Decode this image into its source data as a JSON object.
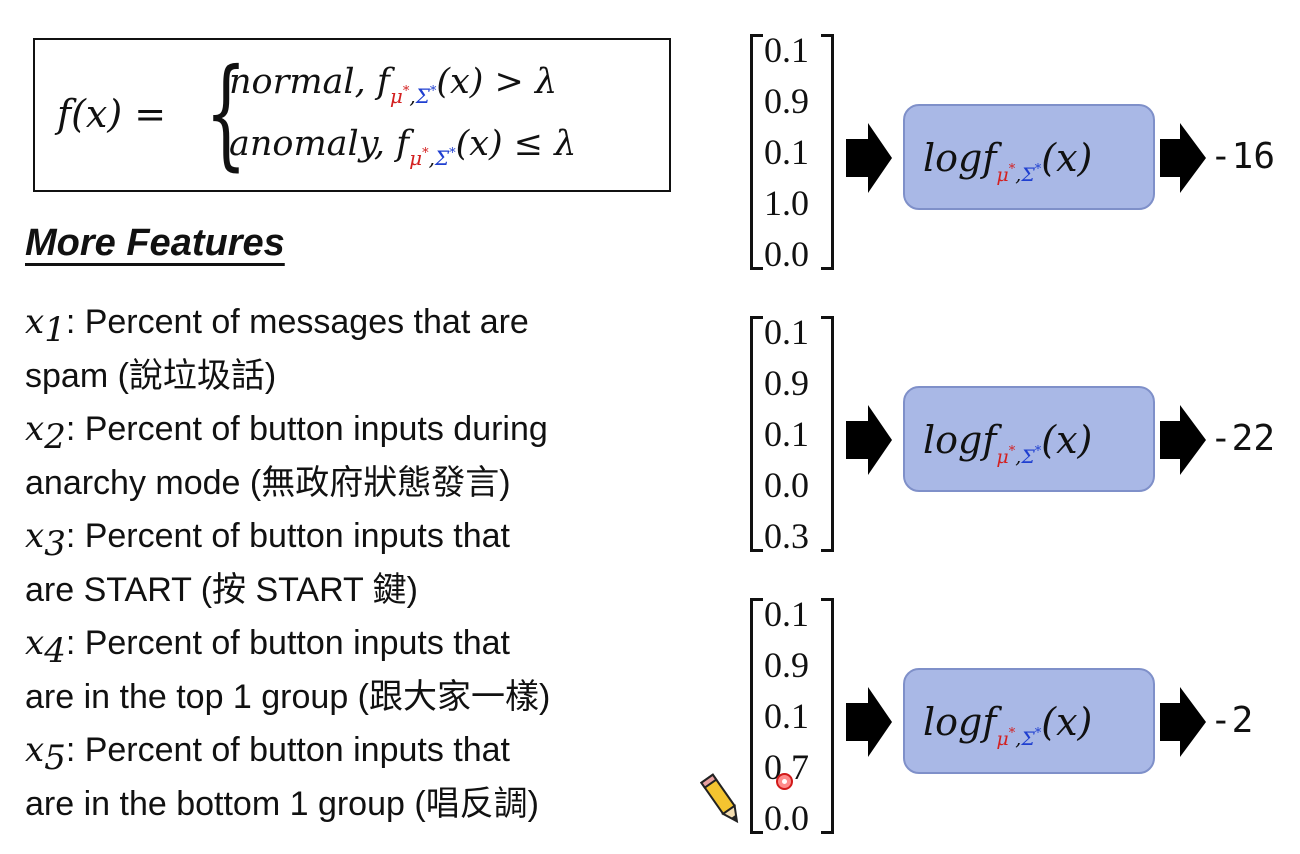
{
  "formula": {
    "lhs": "f(x) =",
    "case1_label": "normal,",
    "case1_func": "f",
    "case1_tail": "(x) > λ",
    "case2_label": "anomaly,",
    "case2_func": "f",
    "case2_tail": "(x) ≤ λ",
    "mu": "μ",
    "sigma": "Σ",
    "star": "*",
    "comma": ","
  },
  "heading": "More Features",
  "features": [
    {
      "var": "x",
      "idx": "1",
      "line1": ": Percent of messages that are",
      "line2": "spam (說垃圾話)"
    },
    {
      "var": "x",
      "idx": "2",
      "line1": ": Percent of button inputs during",
      "line2": "anarchy mode (無政府狀態發言)"
    },
    {
      "var": "x",
      "idx": "3",
      "line1": ": Percent of button inputs that",
      "line2": "are START (按 START 鍵)"
    },
    {
      "var": "x",
      "idx": "4",
      "line1": ": Percent of button inputs that",
      "line2": "are in the top 1 group (跟大家一樣)"
    },
    {
      "var": "x",
      "idx": "5",
      "line1": ": Percent of button inputs that",
      "line2": "are in the bottom 1 group (唱反調)"
    }
  ],
  "vectors": [
    {
      "values": [
        "0.1",
        "0.9",
        "0.1",
        "1.0",
        "0.0"
      ],
      "result": "-16"
    },
    {
      "values": [
        "0.1",
        "0.9",
        "0.1",
        "0.0",
        "0.3"
      ],
      "result": "-22"
    },
    {
      "values": [
        "0.1",
        "0.9",
        "0.1",
        "0.7",
        "0.0"
      ],
      "result": "-2"
    }
  ],
  "log_expr": {
    "prefix": "logf",
    "tail": "(x)"
  },
  "colors": {
    "mu": "#d32020",
    "sigma": "#1f3fd0",
    "box_fill": "#a9b8e6"
  },
  "icons": [
    "pencil-icon",
    "cursor-dot"
  ]
}
